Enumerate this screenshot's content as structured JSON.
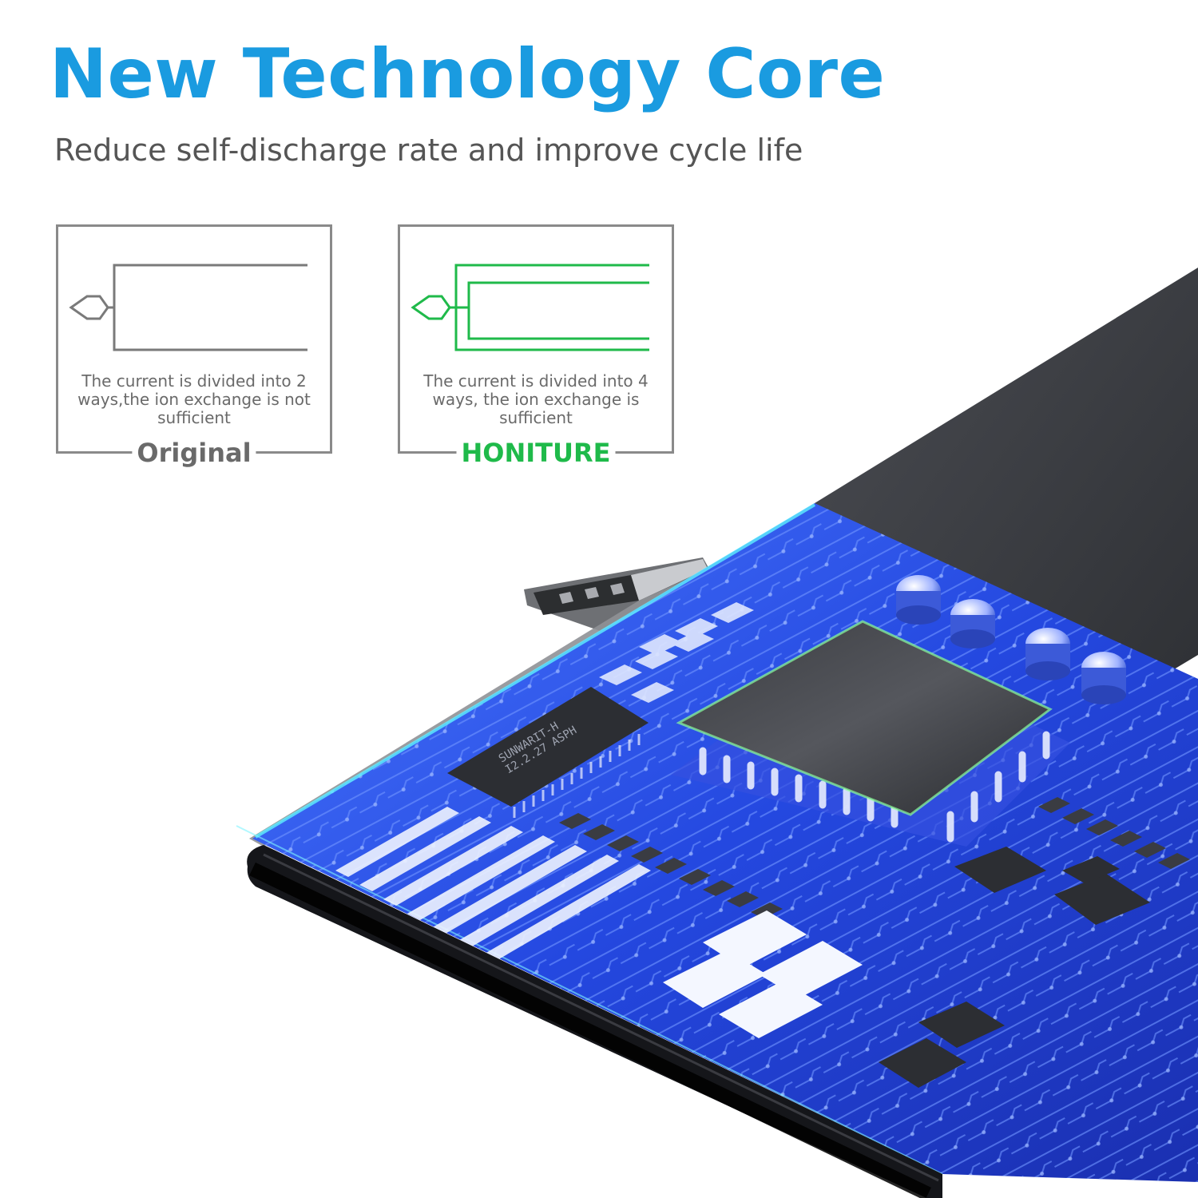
{
  "header": {
    "title": "New Technology Core",
    "subtitle": "Reduce self-discharge rate and improve cycle life"
  },
  "comparison": {
    "original": {
      "caption": "The current is divided into 2 ways,the ion exchange is not sufficient",
      "label": "Original"
    },
    "honiture": {
      "caption": "The current is divided into 4 ways, the ion exchange is sufficient",
      "label": "HONITURE"
    }
  },
  "chip_marking": "SUNWARIT-H\nI2.2.27 ASPH",
  "colors": {
    "title_blue": "#1a9be0",
    "subtitle_gray": "#555555",
    "panel_gray": "#8a8a8a",
    "honiture_green": "#1fba4a",
    "board_blue": "#2a50e6",
    "battery_dark": "#3a3c40"
  },
  "icons": {
    "original_diagram": "two-way-current-icon",
    "honiture_diagram": "four-way-current-icon"
  }
}
